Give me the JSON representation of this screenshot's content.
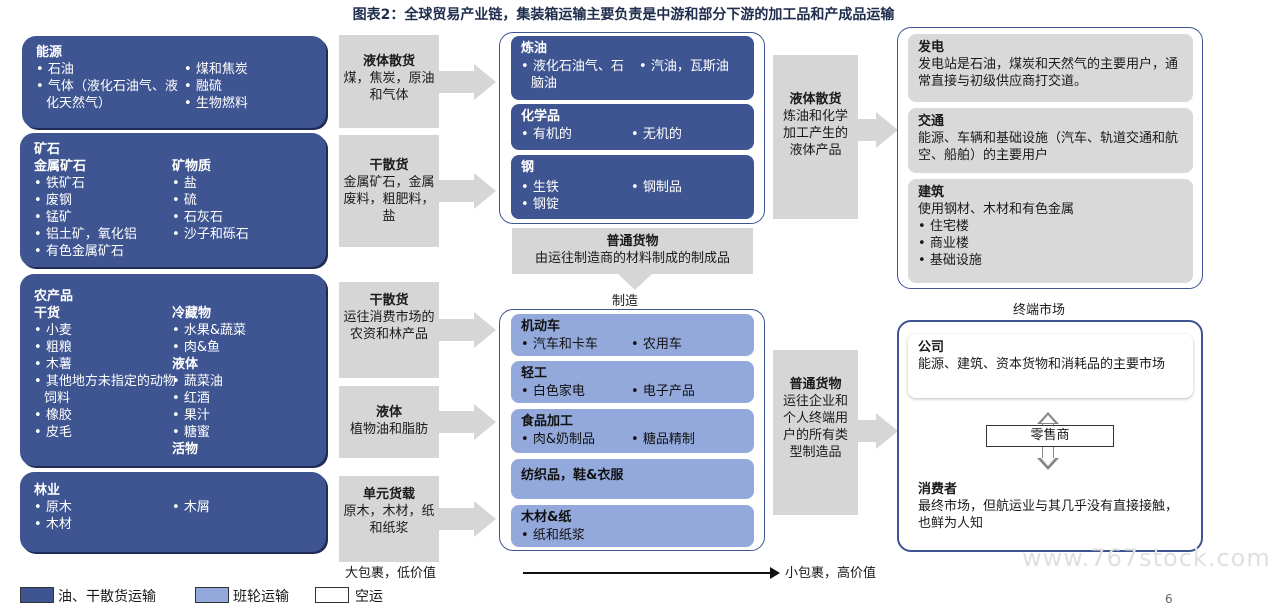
{
  "title": "图表2：全球贸易产业链，集装箱运输主要负责是中游和部分下游的加工品和产成品运输",
  "left": {
    "energy": {
      "head": "能源",
      "col1": [
        "石油",
        "气体（液化石油气、液化天然气）"
      ],
      "col2": [
        "煤和焦炭",
        "融硫",
        "生物燃料"
      ]
    },
    "ore": {
      "head": "矿石",
      "sub1": "金属矿石",
      "col1": [
        "铁矿石",
        "废钢",
        "锰矿",
        "铝土矿，氧化铝",
        "有色金属矿石"
      ],
      "sub2": "矿物质",
      "col2": [
        "盐",
        "硫",
        "石灰石",
        "沙子和砾石"
      ]
    },
    "agri": {
      "head": "农产品",
      "sub1": "干货",
      "col1": [
        "小麦",
        "粗粮",
        "木薯",
        "其他地方未指定的动物饲料",
        "橡胶",
        "皮毛"
      ],
      "sub2": "冷藏物",
      "col2a": [
        "水果&蔬菜",
        "肉&鱼"
      ],
      "sub3": "液体",
      "col2b": [
        "蔬菜油",
        "红酒",
        "果汁",
        "糖蜜"
      ],
      "sub4": "活物"
    },
    "forest": {
      "head": "林业",
      "col1": [
        "原木",
        "木材"
      ],
      "col2": [
        "木屑"
      ]
    }
  },
  "arrows1": [
    {
      "head": "液体散货",
      "body": "煤，焦炭，原油和气体"
    },
    {
      "head": "干散货",
      "body": "金属矿石，金属废料，粗肥料，盐"
    },
    {
      "head": "干散货",
      "body": "运往消费市场的农资和林产品"
    },
    {
      "head": "液体",
      "body": "植物油和脂肪"
    },
    {
      "head": "单元货载",
      "body": "原木，木材，纸和纸浆"
    }
  ],
  "mid_top": [
    {
      "head": "炼油",
      "items": [
        "液化石油气、石脑油",
        "汽油，瓦斯油"
      ]
    },
    {
      "head": "化学品",
      "items": [
        "有机的",
        "无机的"
      ]
    },
    {
      "head": "钢",
      "items": [
        "生铁",
        "钢锭",
        "钢制品"
      ]
    }
  ],
  "general_cargo": {
    "head": "普通货物",
    "body": "由运往制造商的材料制成的制成品"
  },
  "manufacture_label": "制造",
  "mid_bottom": [
    {
      "head": "机动车",
      "items": [
        "汽车和卡车",
        "农用车"
      ]
    },
    {
      "head": "轻工",
      "items": [
        "白色家电",
        "电子产品"
      ]
    },
    {
      "head": "食品加工",
      "items": [
        "肉&奶制品",
        "糖品精制"
      ]
    },
    {
      "head": "纺织品，鞋&衣服",
      "items": []
    },
    {
      "head": "木材&纸",
      "items": [
        "纸和纸浆"
      ]
    }
  ],
  "arrows2": [
    {
      "head": "液体散货",
      "body": "炼油和化学加工产生的液体产品"
    },
    {
      "head": "普通货物",
      "body": "运往企业和个人终端用户的所有类型制造品"
    }
  ],
  "right_top": [
    {
      "head": "发电",
      "body": "发电站是石油，煤炭和天然气的主要用户，通常直接与初级供应商打交道。"
    },
    {
      "head": "交通",
      "body": "能源、车辆和基础设施（汽车、轨道交通和航空、船舶）的主要用户"
    },
    {
      "head": "建筑",
      "body": "使用钢材、木材和有色金属",
      "items": [
        "住宅楼",
        "商业楼",
        "基础设施"
      ]
    }
  ],
  "end_market_label": "终端市场",
  "right_bottom": {
    "company_head": "公司",
    "company_body": "能源、建筑、资本货物和消耗品的主要市场",
    "retail": "零售商",
    "consumer_head": "消费者",
    "consumer_body": "最终市场，但航运业与其几乎没有直接接触，也鲜为人知"
  },
  "bottom_left_note": "大包裹，低价值",
  "bottom_right_note": "小包裹，高价值",
  "legend": [
    {
      "label": "油、干散货运输",
      "color": "#3f5592"
    },
    {
      "label": "班轮运输",
      "color": "#93a9dc"
    },
    {
      "label": "空运",
      "color": "#ffffff"
    }
  ],
  "watermark": "www.767stock.com",
  "page_number": "6"
}
